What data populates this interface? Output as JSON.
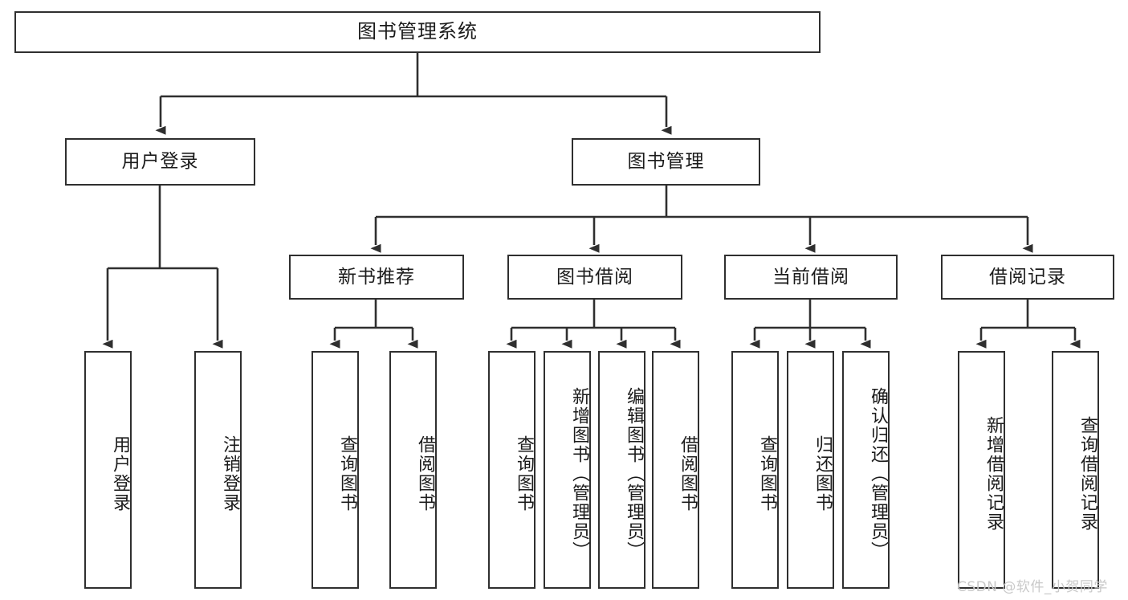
{
  "diagram": {
    "title": "图书管理系统",
    "type": "tree-hierarchy-chart",
    "colors": {
      "box_border": "#2f2f2f",
      "box_fill": "#ffffff",
      "connector": "#2f2f2f",
      "text": "#1b1b1b",
      "watermark": "#c9c9c9",
      "background": "#ffffff"
    },
    "root": {
      "label": "图书管理系统"
    },
    "level2": [
      {
        "label": "用户登录"
      },
      {
        "label": "图书管理"
      }
    ],
    "level3": [
      {
        "label": "新书推荐"
      },
      {
        "label": "图书借阅"
      },
      {
        "label": "当前借阅"
      },
      {
        "label": "借阅记录"
      }
    ],
    "leaves_user_login": [
      {
        "label": "用户登录"
      },
      {
        "label": "注销登录"
      }
    ],
    "leaves_new_book": [
      {
        "label": "查询图书"
      },
      {
        "label": "借阅图书"
      }
    ],
    "leaves_borrow": [
      {
        "label": "查询图书"
      },
      {
        "label": "新增图书（管理员）"
      },
      {
        "label": "编辑图书（管理员）"
      },
      {
        "label": "借阅图书"
      }
    ],
    "leaves_current": [
      {
        "label": "查询图书"
      },
      {
        "label": "归还图书"
      },
      {
        "label": "确认归还（管理员）"
      }
    ],
    "leaves_record": [
      {
        "label": "新增借阅记录"
      },
      {
        "label": "查询借阅记录"
      }
    ],
    "watermark": "CSDN @软件_小贺同学"
  }
}
